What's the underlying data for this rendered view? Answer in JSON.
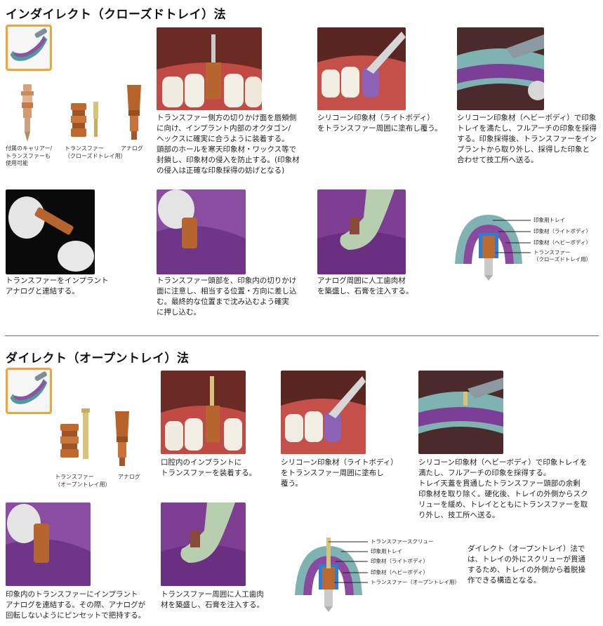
{
  "indirect": {
    "title": "インダイレクト（クローズドトレイ）法",
    "parts": {
      "carrier_label": "付属のキャリアー/\nトランスファーも\n使用可能",
      "transfer_label": "トランスファー\n（クローズドトレイ用）",
      "analog_label": "アナログ"
    },
    "steps": [
      "トランスファー側方の切りかけ面を唇頬側\nに向け、インプラント内部のオクタゴン/\nヘックスに確実に合うように装着する。\n頭部のホールを寒天印象材・ワックス等で\n封鎖し、印象材の侵入を防止する。(印象材\nの侵入は正確な印象採得の妨げとなる)",
      "シリコーン印象材（ライトボディ）\nをトランスファー周囲に塗布し覆う。",
      "シリコーン印象材（ヘビーボディ）で印象\nトレイを満たし、フルアーチの印象を採得\nする。印象採得後、トランスファーをイン\nプラントから取り外し、採得した印象と\n合わせて技工所へ送る。",
      "トランスファーをインプラント\nアナログと連結する。",
      "トランスファー頭部を、印象内の切りかけ\n面に注意し、相当する位置・方向に差し込\nむ。最終的な位置まで沈み込むよう確実\nに押し込む。",
      "アナログ周囲に人工歯肉材\nを築盛し、石膏を注入する。"
    ],
    "diagram_labels": [
      "印象用トレイ",
      "印象材（ライトボディ）",
      "印象材（ヘビーボディ）",
      "トランスファー\n（クローズドトレイ用）"
    ]
  },
  "direct": {
    "title": "ダイレクト（オープントレイ）法",
    "parts": {
      "transfer_label": "トランスファー\n（オープントレイ用）",
      "analog_label": "アナログ"
    },
    "steps": [
      "口腔内のインプラントに\nトランスファーを装着する。",
      "シリコーン印象材（ライトボディ）\nをトランスファー周囲に塗布し\n覆う。",
      "シリコーン印象材（ヘビーボディ）で印象トレイを\n満たし、フルアーチの印象を採得する。\nトレイ天蓋を貫通したトランスファー頭部の余剰\n印象材を取り除く。硬化後、トレイの外側からスク\nリューを緩め、トレイとともにトランスファーを取\nり外し、技工所へ送る。",
      "印象内のトランスファーにインプラント\nアナログを連結する。その際、アナログが\n回転しないようにピンセットで把持する。",
      "トランスファー周囲に人工歯肉\n材を築盛し、石膏を注入する。"
    ],
    "diagram_labels": [
      "トランスファースクリュー",
      "印象用トレイ",
      "印象材（ライトボディ）",
      "印象材（ヘビーボディ）",
      "トランスファー（オープントレイ用）"
    ],
    "note": "ダイレクト（オープントレイ）法で\nは、トレイの外にスクリューが貫通\nするため、トレイの外側から着脱操\n作できる構造となる。"
  },
  "colors": {
    "accent_orange": "#f2a33a",
    "tray_teal": "#7fb3b1",
    "impression_purple": "#7b3f98",
    "light_body_blue": "#2a7fd4",
    "transfer_copper": "#b9682e",
    "gum_red": "#b73a3a"
  }
}
